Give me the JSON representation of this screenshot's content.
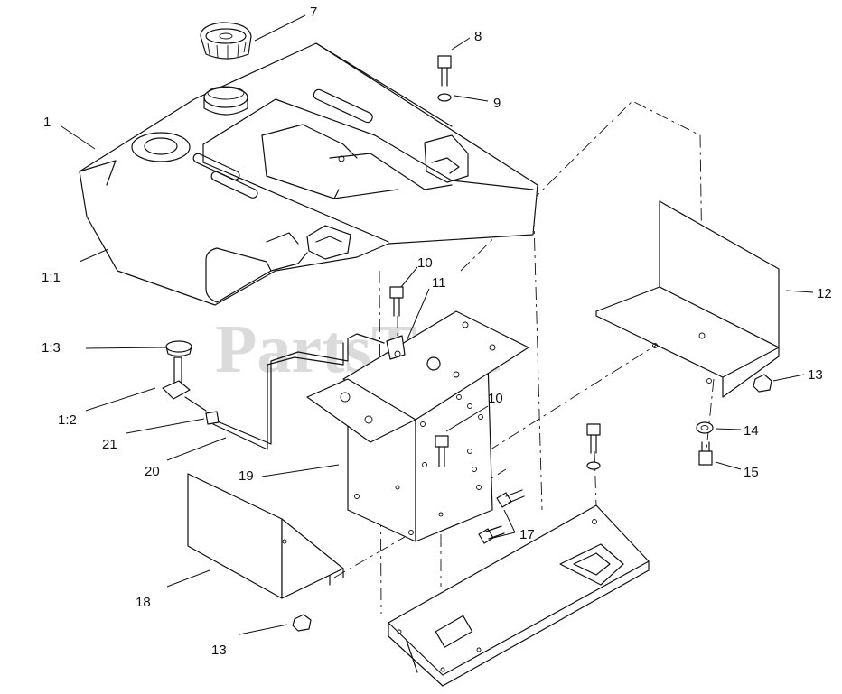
{
  "watermark": {
    "text": "PartsTree",
    "trademark": "TM"
  },
  "callouts": {
    "c1": "1",
    "c1_1": "1:1",
    "c1_2": "1:2",
    "c1_3": "1:3",
    "c7": "7",
    "c8": "8",
    "c9": "9",
    "c10a": "10",
    "c10b": "10",
    "c11": "11",
    "c12": "12",
    "c13a": "13",
    "c13b": "13",
    "c14": "14",
    "c15": "15",
    "c17": "17",
    "c18": "18",
    "c19": "19",
    "c20": "20",
    "c21": "21"
  }
}
